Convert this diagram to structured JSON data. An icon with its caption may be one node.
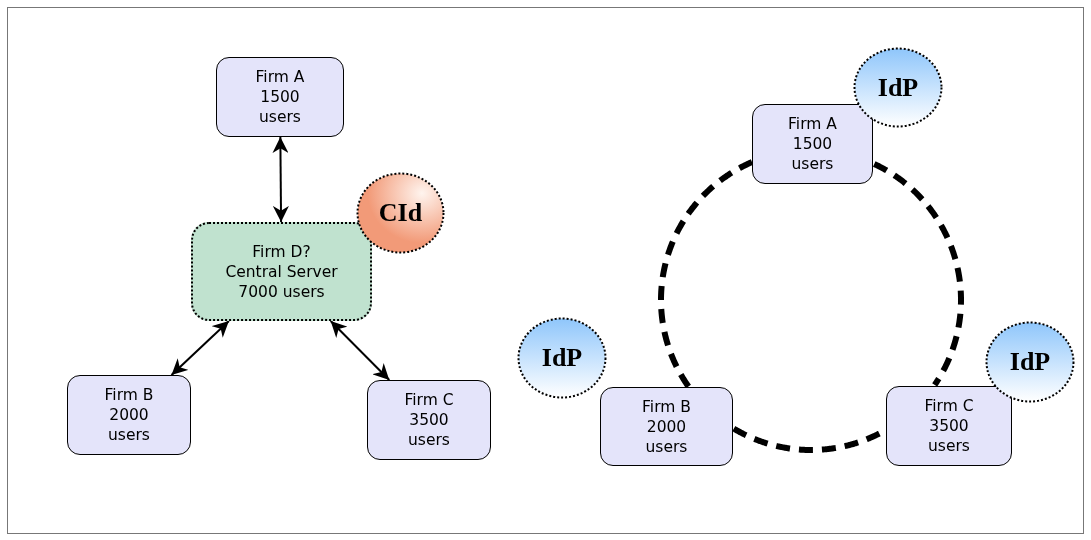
{
  "diagram": {
    "nodes": [
      {
        "text": [
          "Firm A 1500 users"
        ]
      },
      {
        "text": [
          "Firm D? Central Server 7000 users"
        ]
      },
      {
        "text": [
          "CId"
        ]
      },
      {
        "text": [
          "Firm B 2000 users"
        ]
      },
      {
        "text": [
          "Firm C 3500 users"
        ]
      },
      {
        "text": [
          "Firm A 1500 users"
        ]
      },
      {
        "text": [
          "IdP"
        ]
      },
      {
        "text": [
          "Firm B 2000 users"
        ]
      },
      {
        "text": [
          "IdP"
        ]
      },
      {
        "text": [
          "Firm C 3500 users"
        ]
      },
      {
        "text": [
          "IdP"
        ]
      }
    ],
    "edges": [
      {
        "from": 0,
        "to": 1,
        "arrow": "both"
      },
      {
        "from": 1,
        "to": 3,
        "arrow": "both"
      },
      {
        "from": 1,
        "to": 4,
        "arrow": "both"
      },
      {
        "from": 5,
        "to": 7,
        "arrow": "none",
        "style": "dashed"
      },
      {
        "from": 5,
        "to": 9,
        "arrow": "none",
        "style": "dashed"
      },
      {
        "from": 7,
        "to": 9,
        "arrow": "none",
        "style": "dashed"
      }
    ]
  }
}
